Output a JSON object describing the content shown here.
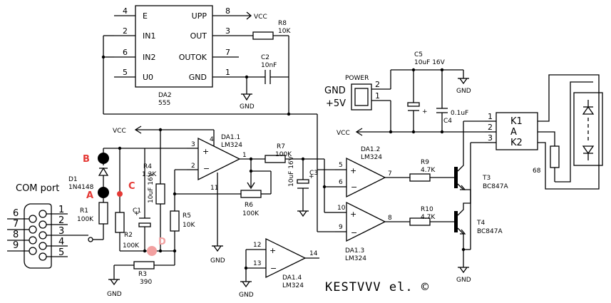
{
  "colors": {
    "wire": "#000000",
    "red_marker": "#e53935",
    "pink_marker": "#f2a0a0",
    "black_marker": "#000000"
  },
  "signature": "KESTVVV el. ©",
  "timer": {
    "ref": "DA2",
    "part": "555",
    "pins": {
      "E": "E",
      "E_num": "4",
      "IN1": "IN1",
      "IN1_num": "2",
      "IN2": "IN2",
      "IN2_num": "6",
      "U0": "U0",
      "U0_num": "5",
      "UPP": "UPP",
      "UPP_num": "8",
      "OUT": "OUT",
      "OUT_num": "3",
      "OUTOK": "OUTOK",
      "OUTOK_num": "7",
      "GND": "GND",
      "GND_num": "1"
    }
  },
  "opamps": {
    "da11": {
      "ref": "DA1.1",
      "part": "LM324",
      "pin_plus": "3",
      "pin_minus": "2",
      "pin_out": "1",
      "pin_vcc": "4",
      "pin_gnd": "11"
    },
    "da12": {
      "ref": "DA1.2",
      "part": "LM324",
      "pin_plus": "5",
      "pin_minus": "6",
      "pin_out": "7"
    },
    "da13": {
      "ref": "DA1.3",
      "part": "LM324",
      "pin_plus": "10",
      "pin_minus": "9",
      "pin_out": "8"
    },
    "da14": {
      "ref": "DA1.4",
      "part": "LM324",
      "pin_plus": "12",
      "pin_minus": "13",
      "pin_out": "14"
    }
  },
  "components": {
    "r8": {
      "ref": "R8",
      "value": "10K"
    },
    "c2": {
      "ref": "C2",
      "value": "10nF"
    },
    "c5": {
      "ref": "C5",
      "value": "10uF 16V"
    },
    "c4": {
      "ref": "C4",
      "value": "0.1uF"
    },
    "r4": {
      "ref": "R4",
      "value": "1.2K"
    },
    "r7": {
      "ref": "R7",
      "value": "100K"
    },
    "c3": {
      "ref": "C3",
      "value": "10uF 16V"
    },
    "r6": {
      "ref": "R6",
      "value": "100K"
    },
    "r5": {
      "ref": "R5",
      "value": "10K"
    },
    "c1": {
      "ref": "C1",
      "value": "10uF 16V"
    },
    "r2": {
      "ref": "R2",
      "value": "100K"
    },
    "r1": {
      "ref": "R1",
      "value": "100K"
    },
    "r3": {
      "ref": "R3",
      "value": "390"
    },
    "r9": {
      "ref": "R9",
      "value": "4.7K"
    },
    "r10": {
      "ref": "R10",
      "value": "4.7K"
    },
    "t3": {
      "ref": "T3",
      "part": "BC847A"
    },
    "t4": {
      "ref": "T4",
      "part": "BC847A"
    },
    "d1": {
      "ref": "D1",
      "part": "1N4148"
    },
    "r68": {
      "value": "68"
    }
  },
  "power": {
    "title": "POWER",
    "gnd_label": "GND",
    "plus_label": "+5V",
    "pin2": "2",
    "pin1": "1"
  },
  "connector": {
    "title": "COM port",
    "pins_left": [
      "6",
      "7",
      "8",
      "9"
    ],
    "pins_right": [
      "1",
      "2",
      "3",
      "4",
      "5"
    ]
  },
  "output_connector": {
    "pins": [
      "1",
      "2",
      "3"
    ],
    "labels": [
      "K1",
      "A",
      "K2"
    ]
  },
  "labels": {
    "vcc": "VCC",
    "gnd": "GND"
  },
  "markers": {
    "a": "A",
    "b": "B",
    "c": "C",
    "d": "D"
  }
}
